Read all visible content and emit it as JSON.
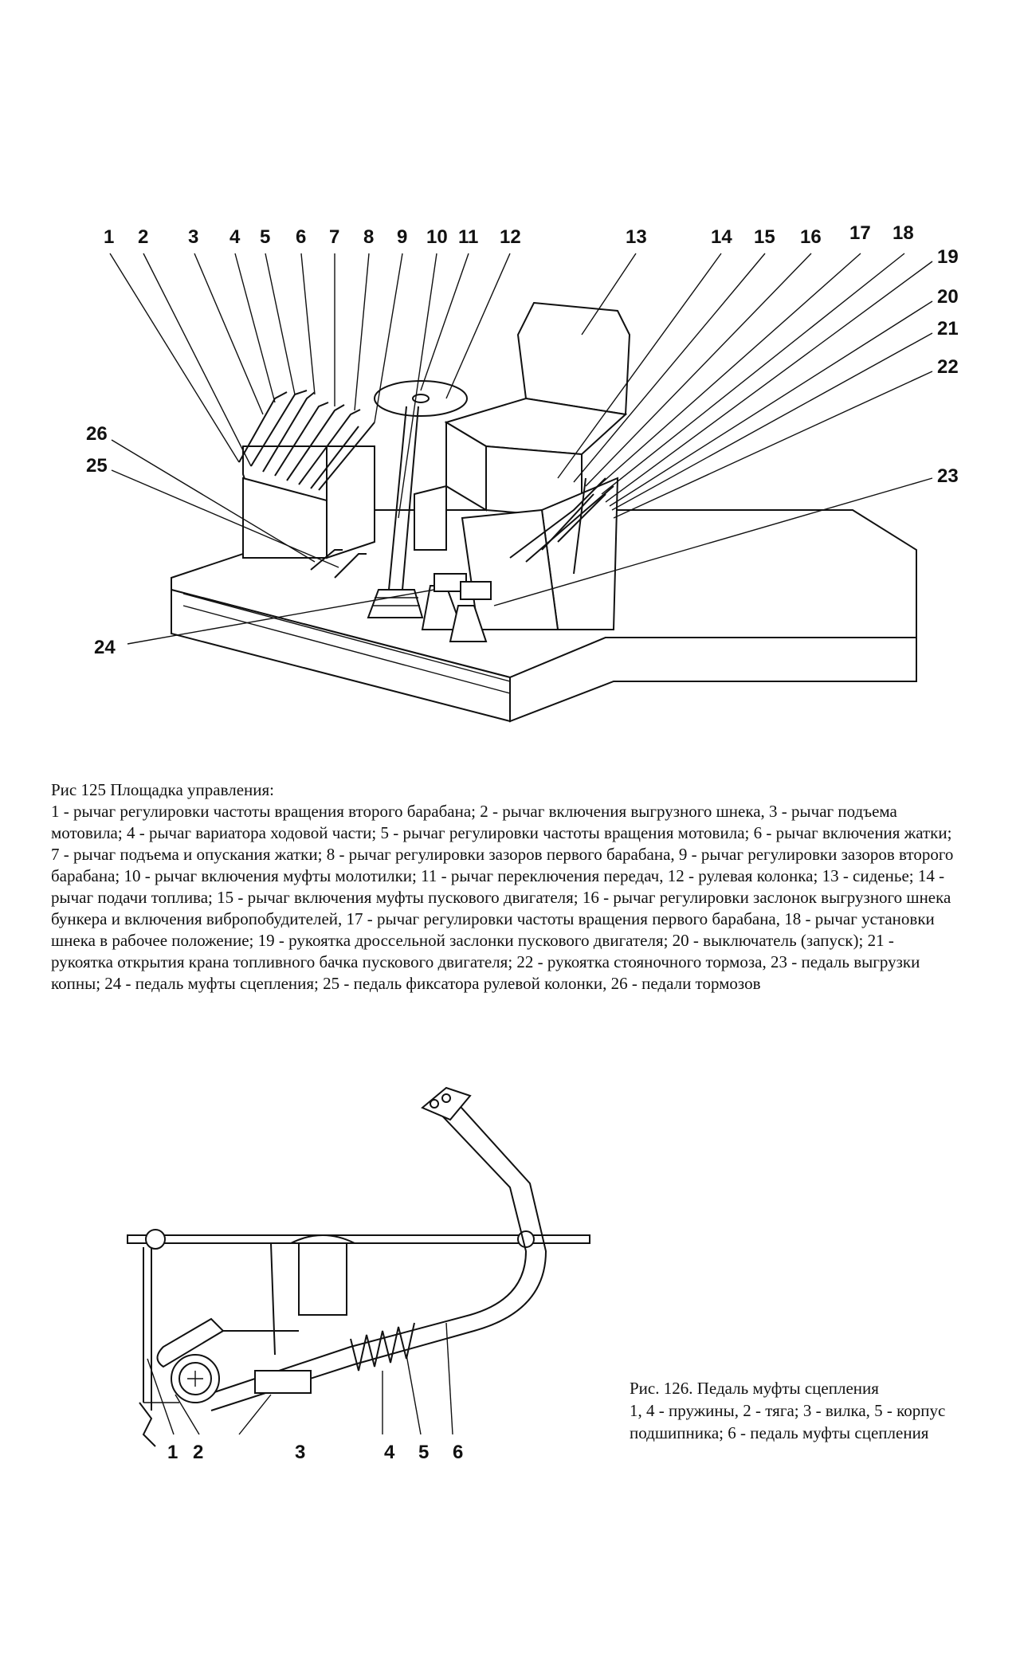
{
  "figure125": {
    "callouts_top": [
      "1",
      "2",
      "3",
      "4",
      "5",
      "6",
      "7",
      "8",
      "9",
      "10",
      "11",
      "12",
      "13",
      "14",
      "15",
      "16",
      "17",
      "18"
    ],
    "callouts_right": [
      "19",
      "20",
      "21",
      "22",
      "23"
    ],
    "callouts_left": [
      "26",
      "25",
      "24"
    ],
    "caption_title": "Рис  125  Площадка управления:",
    "caption_text": "1 - рычаг регулировки частоты вращения второго барабана; 2 - рычаг включения выгрузного шнека, 3 - рычаг подъема мотовила; 4 - рычаг вариатора ходовой части; 5 - рычаг регулировки частоты вращения мотовила; 6 - рычаг включения жатки; 7 - рычаг подъема и опускания жатки; 8 - рычаг регулировки зазоров первого барабана, 9 - рычаг регулировки зазоров второго барабана; 10 - рычаг включения муфты молотилки; 11 - рычаг переключения передач, 12 - рулевая колонка; 13 - сиденье; 14 - рычаг подачи топлива; 15 - рычаг включения муфты пускового двигателя; 16 - рычаг регулировки заслонок выгрузного шнека бункера и включения вибропобудителей, 17 - рычаг регулировки частоты вращения первого барабана, 18 - рычаг установки шнека в рабочее положение; 19 - рукоятка дроссельной заслонки пускового двигателя; 20 - выключатель (запуск); 21 - рукоятка открытия крана топливного бачка пускового двигателя; 22 - рукоятка стояночного тормоза, 23 - педаль выгрузки копны; 24 - педаль муфты сцепления; 25 - педаль фиксатора рулевой колонки, 26 - педали тормозов"
  },
  "figure126": {
    "callouts": [
      "1",
      "2",
      "3",
      "4",
      "5",
      "6"
    ],
    "caption_title": "Рис. 126. Педаль муфты сцепления",
    "caption_text": "1, 4 - пружины, 2 - тяга; 3 - вилка, 5 - корпус подшипника; 6 - педаль муфты сцепления"
  }
}
